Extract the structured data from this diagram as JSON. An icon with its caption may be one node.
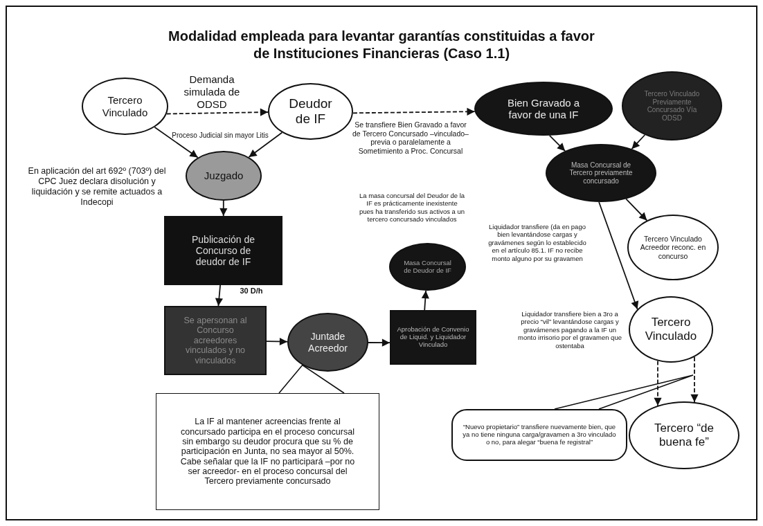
{
  "diagram": {
    "title": "Modalidad empleada para levantar garantías constituidas a favor de Instituciones Financieras (Caso 1.1)",
    "nodes": [
      {
        "text": [
          "Tercero Vinculado"
        ]
      },
      {
        "text": [
          "Deudor de IF"
        ]
      },
      {
        "text": [
          "Bien Gravado a favor de una IF"
        ]
      },
      {
        "text": [
          "Tercero Vinculado Previamente Concursado Vía ODSD"
        ]
      },
      {
        "text": [
          "Juzgado"
        ]
      },
      {
        "text": [
          "Masa Concursal de Tercero previamente concursado"
        ]
      },
      {
        "text": [
          "Publicación de Concurso de deudor de IF"
        ]
      },
      {
        "text": [
          "Tercero Vinculado Acreedor reconc. en concurso"
        ]
      },
      {
        "text": [
          "Masa Concursal de Deudor de IF"
        ]
      },
      {
        "text": [
          "Se apersonan al Concurso acreedores vinculados y no vinculados"
        ]
      },
      {
        "text": [
          "Juntade Acreedor"
        ]
      },
      {
        "text": [
          "Aprobación de Convenio de Liquid. y Liquidador Vinculado"
        ]
      },
      {
        "text": [
          "Tercero Vinculado"
        ]
      },
      {
        "text": [
          "Tercero “de buena fe”"
        ]
      },
      {
        "text": [
          "La IF  al mantener acreencias frente al concursado participa en el proceso concursal sin embargo su deudor procura que su % de participación en Junta, no sea mayor al 50%. Cabe señalar que la IF  no participará –por no ser acreedor- en el proceso concursal del Tercero previamente concursado"
        ]
      },
      {
        "text": [
          "“Nuevo propietario” transfiere nuevamente bien, que ya no tiene ninguna carga/gravamen a 3ro vinculado o no,  para alegar “buena fe registral”"
        ]
      }
    ],
    "edges": [
      {
        "from": 0,
        "to": 1,
        "arrow": "to",
        "style": "dashed",
        "label": "Demanda simulada de ODSD"
      },
      {
        "from": 0,
        "to": 4,
        "arrow": "to"
      },
      {
        "from": 1,
        "to": 4,
        "arrow": "to"
      },
      {
        "from": 1,
        "to": 2,
        "arrow": "to",
        "style": "dashed",
        "label": "Se transfiere Bien Gravado a favor de Tercero Concursado –vinculado–  previa o paralelamente a Sometimiento a Proc. Concursal"
      },
      {
        "from": 4,
        "to": 6,
        "arrow": "to"
      },
      {
        "from": 6,
        "to": 9,
        "arrow": "to",
        "label": "30 D/h"
      },
      {
        "from": 9,
        "to": 10,
        "arrow": "to"
      },
      {
        "from": 10,
        "to": 11,
        "arrow": "to"
      },
      {
        "from": 11,
        "to": 8,
        "arrow": "to"
      },
      {
        "from": 2,
        "to": 5,
        "arrow": "to"
      },
      {
        "from": 3,
        "to": 5,
        "arrow": "to"
      },
      {
        "from": 5,
        "to": 7,
        "arrow": "to"
      },
      {
        "from": 5,
        "to": 12,
        "arrow": "to"
      },
      {
        "from": 12,
        "to": 13,
        "arrow": "to",
        "style": "dashed"
      },
      {
        "from": 12,
        "to": 13,
        "arrow": "to",
        "style": "dashed"
      },
      {
        "from": 14,
        "to": 10,
        "arrow": "none"
      },
      {
        "from": 15,
        "to": null,
        "arrow": "none"
      }
    ],
    "labels": [
      "Proceso Judicial sin mayor Litis",
      "En aplicación del art 692º (703º) del CPC Juez declara disolución y liquidación y se remite actuados a Indecopi",
      "La masa concursal del Deudor de la IF es prácticamente inexistente pues ha transferido sus activos a un tercero concursado vinculados",
      "Liquidador transfiere (da en pago bien levantándose cargas y gravámenes según lo establecido en el artículo 85.1. IF no recibe monto alguno por su gravamen",
      "Liquidador transfiere  bien  a 3ro a precio “vil” levantándose cargas y gravámenes pagando a la IF un monto irrisorio por el gravamen que ostentaba"
    ]
  }
}
